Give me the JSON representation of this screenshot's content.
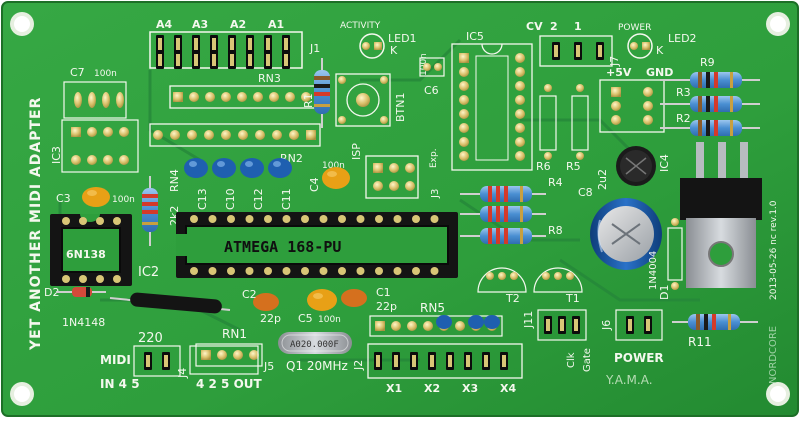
{
  "board": {
    "title": "YET ANOTHER MIDI ADAPTER",
    "revision": "2013-05-26 nc rev.1.0",
    "brand": "NORDCORE",
    "short_name": "Y.A.M.A.",
    "colors": {
      "pcb": "#2e9e3c",
      "pcb_dark": "#1f7d2c",
      "silk": "#f4f8ee",
      "gold": "#d9c06a",
      "chip": "#1c1c1c",
      "socket": "#111111",
      "cap_orange": "#e8a016",
      "cap_blue": "#1f5fb0",
      "resistor": "#5a9bd8"
    }
  },
  "labels": {
    "a_header": [
      "A4",
      "A3",
      "A2",
      "A1"
    ],
    "cv_header": [
      "CV",
      "2",
      "1"
    ],
    "activity": "ACTIVITY",
    "power_top": "POWER",
    "led1": "LED1",
    "led2": "LED2",
    "k": "K",
    "j1": "J1",
    "j7": "J7",
    "ic5": "IC5",
    "ic3": "IC3",
    "ic2": "IC2",
    "ic4": "IC4",
    "rn1": "RN1",
    "rn2": "RN2",
    "rn3": "RN3",
    "rn4": "RN4",
    "rn5": "RN5",
    "r1": "R1",
    "r2": "R2",
    "r3": "R3",
    "r4": "R4",
    "r5": "R5",
    "r6": "R6",
    "r8": "R8",
    "r9": "R9",
    "r11": "R11",
    "c3": "C3",
    "c4": "C4",
    "c5": "C5",
    "c6": "C6",
    "c7": "C7",
    "c8": "C8",
    "c10": "C10",
    "c11": "C11",
    "c12": "C12",
    "c13": "C13",
    "c1": "C1",
    "c2": "C2",
    "c1_val": "22p",
    "c2_val": "22p",
    "c5_val": "100n",
    "c7_val": "100n",
    "c3_val": "100n",
    "c4_val": "100n",
    "c6_val": "100n",
    "c8_val": "2u2",
    "r4_val": "2k2",
    "d2": "D2",
    "d1": "D1",
    "d2_part": "1N4148",
    "d1_part": "1N4004",
    "r_220": "220",
    "ic3_part": "6N138",
    "btn1": "BTN1",
    "isp": "ISP",
    "exp": "Exp.",
    "j3": "J3",
    "j2": "J2",
    "j11": "J11",
    "j6": "J6",
    "j4": "J4",
    "j5": "J5",
    "t1": "T1",
    "t2": "T2",
    "atmega": "ATMEGA 168-PU",
    "crystal_mark": "A020.000F",
    "q1": "Q1 20MHz",
    "plus5v": "+5V",
    "gnd": "GND",
    "midi": "MIDI",
    "in_pins": "IN 4 5",
    "out_pins": "4 2 5 OUT",
    "power_bottom": "POWER",
    "clk": "Clk",
    "gate": "Gate",
    "x_header": [
      "X1",
      "X2",
      "X3",
      "X4"
    ]
  }
}
